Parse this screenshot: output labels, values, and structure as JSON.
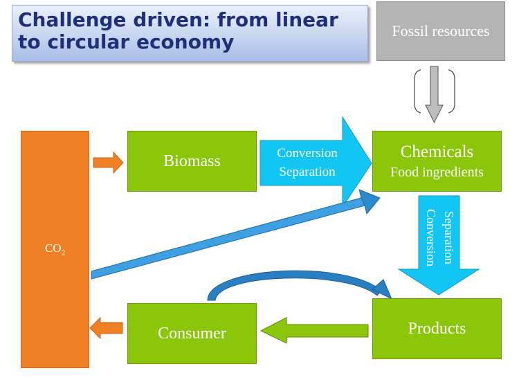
{
  "title": {
    "line1": "Challenge driven: from linear",
    "line2": "to circular economy"
  },
  "nodes": {
    "fossil": "Fossil resources",
    "co2_base": "CO",
    "co2_sub": "2",
    "biomass": "Biomass",
    "chemicals_line1": "Chemicals",
    "chemicals_line2": "Food ingredients",
    "products": "Products",
    "consumer": "Consumer"
  },
  "edges": {
    "biomass_to_chemicals_line1": "Conversion",
    "biomass_to_chemicals_line2": "Separation",
    "chemicals_to_products_line1": "Separation",
    "chemicals_to_products_line2": "Conversion"
  },
  "colors": {
    "green": "#8cc60a",
    "orange": "#f08026",
    "cyan": "#12c5f3",
    "blue": "#3399dd",
    "gray": "#b4b4b4",
    "title_text": "#1f2f7a"
  }
}
